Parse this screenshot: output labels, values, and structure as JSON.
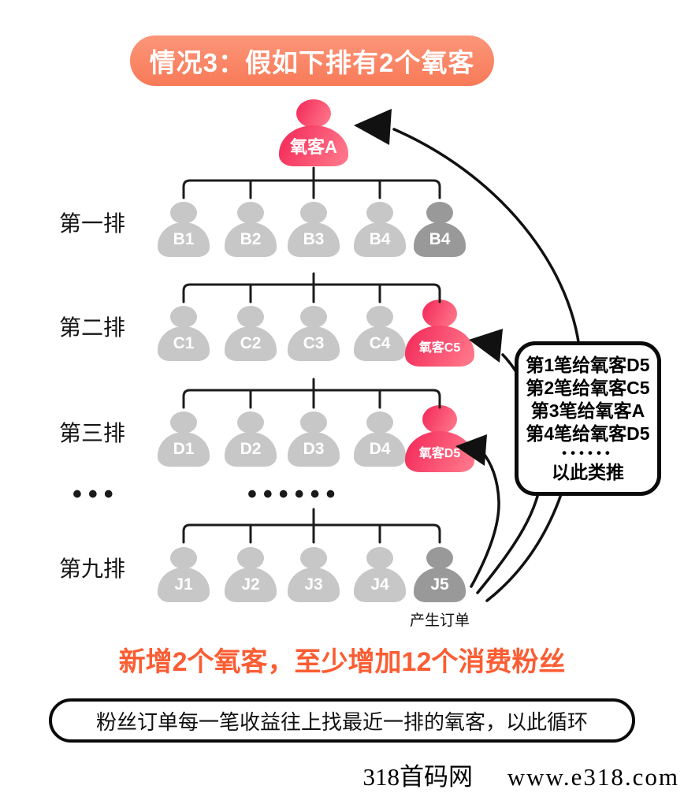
{
  "banner": {
    "text": "情况3：假如下排有2个氧客"
  },
  "root": {
    "label": "氧客A"
  },
  "rows": [
    {
      "label": "第一排",
      "members": [
        {
          "label": "B1"
        },
        {
          "label": "B2"
        },
        {
          "label": "B3"
        },
        {
          "label": "B4"
        },
        {
          "label": "B4"
        }
      ]
    },
    {
      "label": "第二排",
      "members": [
        {
          "label": "C1"
        },
        {
          "label": "C2"
        },
        {
          "label": "C3"
        },
        {
          "label": "C4"
        },
        {
          "label": "氧客C5"
        }
      ]
    },
    {
      "label": "第三排",
      "members": [
        {
          "label": "D1"
        },
        {
          "label": "D2"
        },
        {
          "label": "D3"
        },
        {
          "label": "D4"
        },
        {
          "label": "氧客D5"
        }
      ]
    },
    {
      "label": "第九排",
      "members": [
        {
          "label": "J1"
        },
        {
          "label": "J2"
        },
        {
          "label": "J3"
        },
        {
          "label": "J4"
        },
        {
          "label": "J5"
        }
      ],
      "note": "产生订单"
    }
  ],
  "ellipsis": {
    "left": "•••",
    "center": "••••••"
  },
  "callout": {
    "lines": [
      "第1笔给氧客D5",
      "第2笔给氧客C5",
      "第3笔给氧客A",
      "第4笔给氧客D5"
    ],
    "dots": "••••••",
    "last_line": "以此类推"
  },
  "summary": {
    "text": "新增2个氧客，至少增加12个消费粉丝"
  },
  "rule": {
    "text": "粉丝订单每一笔收益往上找最近一排的氧客，以此循环"
  },
  "watermark": {
    "site": "318首码网",
    "url": "www.e318.com"
  },
  "colors": {
    "banner-top": "#fb9679",
    "banner-bottom": "#f87a58",
    "pink-start": "#f4335f",
    "pink-end": "#ff7488",
    "gray": "#c7c7c7",
    "dark-gray": "#999999",
    "orange": "#fb5d33",
    "line": "#161616"
  }
}
